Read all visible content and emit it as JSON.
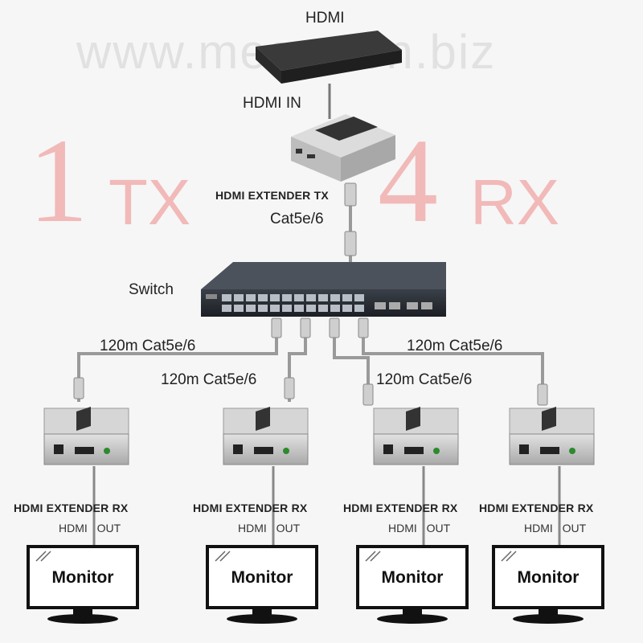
{
  "watermark": "www.megatron.biz",
  "big_labels": {
    "one": "1",
    "tx": "TX",
    "four": "4",
    "rx": "RX"
  },
  "labels": {
    "hdmi_source": "HDMI",
    "hdmi_in": "HDMI IN",
    "extender_tx": "HDMI EXTENDER TX",
    "cat_top": "Cat5e/6",
    "switch": "Switch",
    "cable_1": "120m Cat5e/6",
    "cable_2": "120m Cat5e/6",
    "cable_3": "120m Cat5e/6",
    "cable_4": "120m Cat5e/6"
  },
  "receivers": [
    {
      "label": "HDMI EXTENDER RX",
      "out": "HDMI  OUT",
      "monitor": "Monitor"
    },
    {
      "label": "HDMI EXTENDER RX",
      "out": "HDMI  OUT",
      "monitor": "Monitor"
    },
    {
      "label": "HDMI EXTENDER RX",
      "out": "HDMI  OUT",
      "monitor": "Monitor"
    },
    {
      "label": "HDMI EXTENDER RX",
      "out": "HDMI  OUT",
      "monitor": "Monitor"
    }
  ],
  "colors": {
    "big_text": "#f2b9b9",
    "device_body": "#c9c9c9",
    "switch_body": "#2b2f36",
    "cable": "#9a9a9a"
  }
}
